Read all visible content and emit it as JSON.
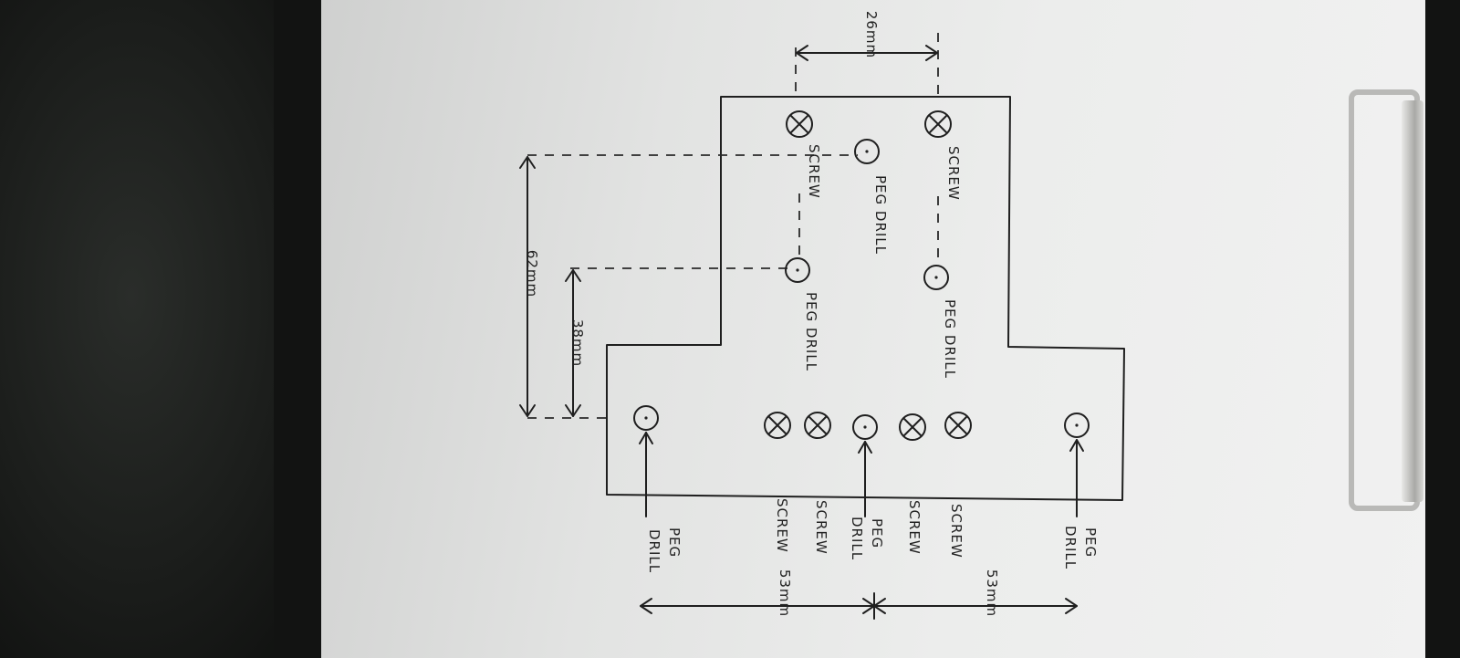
{
  "labels": {
    "dim_26": "26mm",
    "dim_62": "62mm",
    "dim_38": "38mm",
    "dim_53": "53mm",
    "screw": "SCREW",
    "peg_drill": "PEG DRILL",
    "peg": "PEG",
    "drill": "DRILL"
  },
  "colors": {
    "ink": "#1f1f1f",
    "paper": "#ecedec",
    "background": "#151715"
  }
}
